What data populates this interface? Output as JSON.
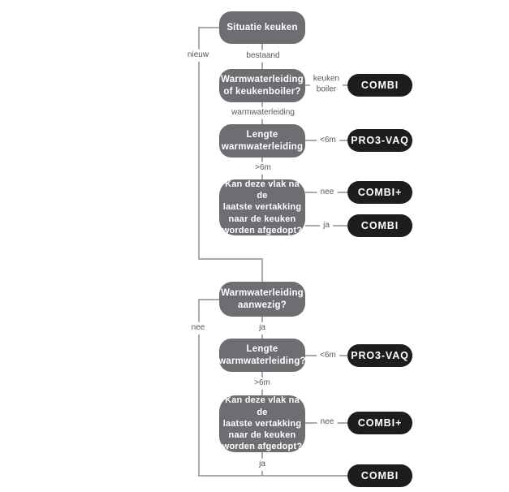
{
  "flowchart": {
    "colors": {
      "node_background": "#6d6e71",
      "outcome_background": "#1d1d1b",
      "connector_line": "#a8aaad",
      "edge_label_text": "#55575a",
      "node_text": "#ffffff",
      "page_background": "#ffffff"
    },
    "nodes": {
      "situatie_keuken": {
        "line1": "Situatie keuken"
      },
      "warmwater_of_boiler": {
        "line1": "Warmwaterleiding",
        "line2": "of keukenboiler?"
      },
      "lengte_1": {
        "line1": "Lengte",
        "line2": "warmwaterleiding"
      },
      "afgedopt_1": {
        "line1": "Kan deze vlak na de",
        "line2": "laatste vertakking",
        "line3": "naar de keuken",
        "line4": "worden afgedopt?"
      },
      "aanwezig": {
        "line1": "Warmwaterleiding",
        "line2": "aanwezig?"
      },
      "lengte_2": {
        "line1": "Lengte",
        "line2": "warmwaterleiding?"
      },
      "afgedopt_2": {
        "line1": "Kan deze vlak na de",
        "line2": "laatste vertakking",
        "line3": "naar de keuken",
        "line4": "worden afgedopt?"
      }
    },
    "outcomes": {
      "combi_1": "COMBI",
      "pro3vaq_1": "PRO3-VAQ",
      "combiplus_1": "COMBI+",
      "combi_2": "COMBI",
      "pro3vaq_2": "PRO3-VAQ",
      "combiplus_2": "COMBI+",
      "combi_3": "COMBI"
    },
    "edge_labels": {
      "nieuw": "nieuw",
      "bestaand": "bestaand",
      "keuken_boiler": {
        "line1": "keuken",
        "line2": "boiler"
      },
      "warmwaterleiding": "warmwaterleiding",
      "lt6m_1": "<6m",
      "gt6m_1": ">6m",
      "nee_1": "nee",
      "ja_1": "ja",
      "nee_2": "nee",
      "ja_2": "ja",
      "lt6m_2": "<6m",
      "gt6m_2": ">6m",
      "nee_3": "nee",
      "ja_3": "ja"
    }
  }
}
